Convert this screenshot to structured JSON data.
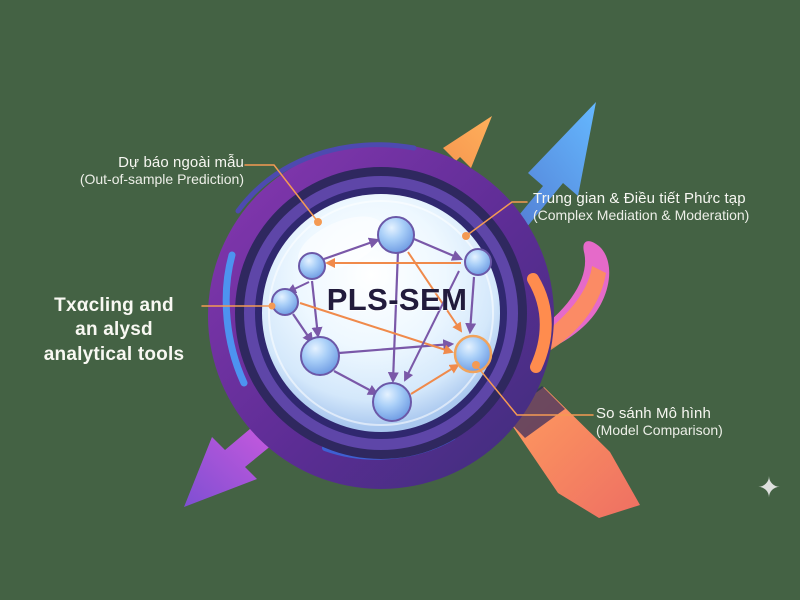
{
  "diagram": {
    "title": "PLS-SEM",
    "labels": {
      "top_left": {
        "main": "Dự báo ngoài mẫu",
        "sub": "(Out-of-sample Prediction)"
      },
      "top_right": {
        "main": "Trung gian & Điều tiết Phức tạp",
        "sub": "(Complex Mediation & Moderation)"
      },
      "left_big": {
        "line1": "Txαcling and",
        "line2": "an alysd",
        "line3": "analytical tools"
      },
      "bottom_right": {
        "main": "So sánh Mô hình",
        "sub": "(Model Comparison)"
      }
    },
    "colors": {
      "background": "#446244",
      "purple_ring": "#6b2d98",
      "dark_ring": "#3a2f76",
      "lens": "#eef8ff",
      "orange": "#f59c58",
      "blue_arrow": "#5a9ee8",
      "node_blue": "#9ec6f3",
      "node_orange_outline": "#f1a35b",
      "title_dark": "#211b3c"
    },
    "icons": {
      "sparkle": "sparkle-icon"
    }
  }
}
